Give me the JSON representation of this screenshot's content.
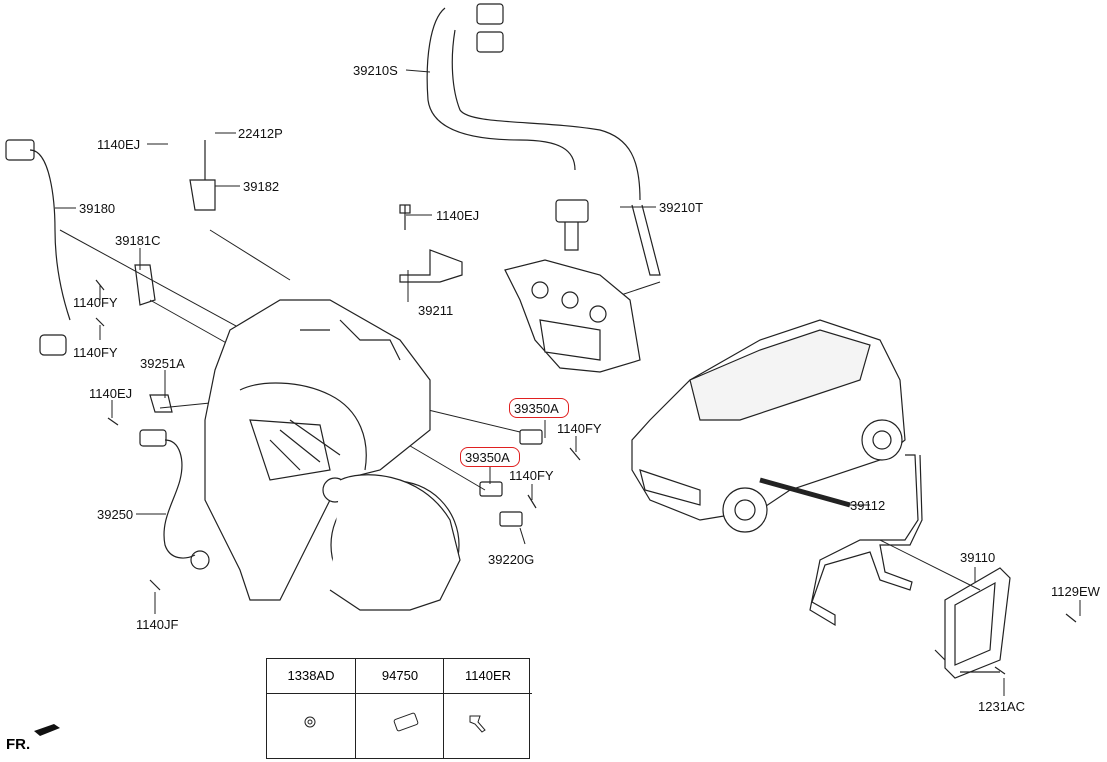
{
  "callouts": [
    {
      "id": "39210S",
      "label": "39210S"
    },
    {
      "id": "1140EJ_a",
      "label": "1140EJ"
    },
    {
      "id": "22412P",
      "label": "22412P"
    },
    {
      "id": "39182",
      "label": "39182"
    },
    {
      "id": "39180",
      "label": "39180"
    },
    {
      "id": "39210T",
      "label": "39210T"
    },
    {
      "id": "1140EJ_b",
      "label": "1140EJ"
    },
    {
      "id": "39181C",
      "label": "39181C"
    },
    {
      "id": "1140FY_a",
      "label": "1140FY"
    },
    {
      "id": "39211",
      "label": "39211"
    },
    {
      "id": "1140FY_b",
      "label": "1140FY"
    },
    {
      "id": "39251A",
      "label": "39251A"
    },
    {
      "id": "1140EJ_c",
      "label": "1140EJ"
    },
    {
      "id": "39350A_a",
      "label": "39350A",
      "highlighted": true
    },
    {
      "id": "1140FY_c",
      "label": "1140FY"
    },
    {
      "id": "39350A_b",
      "label": "39350A",
      "highlighted": true
    },
    {
      "id": "1140FY_d",
      "label": "1140FY"
    },
    {
      "id": "39112",
      "label": "39112"
    },
    {
      "id": "39250",
      "label": "39250"
    },
    {
      "id": "39220G",
      "label": "39220G"
    },
    {
      "id": "39110",
      "label": "39110"
    },
    {
      "id": "1129EW",
      "label": "1129EW"
    },
    {
      "id": "1140JF",
      "label": "1140JF"
    },
    {
      "id": "1231AC",
      "label": "1231AC"
    }
  ],
  "table": {
    "headers": [
      "1338AD",
      "94750",
      "1140ER"
    ]
  },
  "direction_label": "FR.",
  "colors": {
    "highlight": "#e02020",
    "line": "#222222"
  }
}
